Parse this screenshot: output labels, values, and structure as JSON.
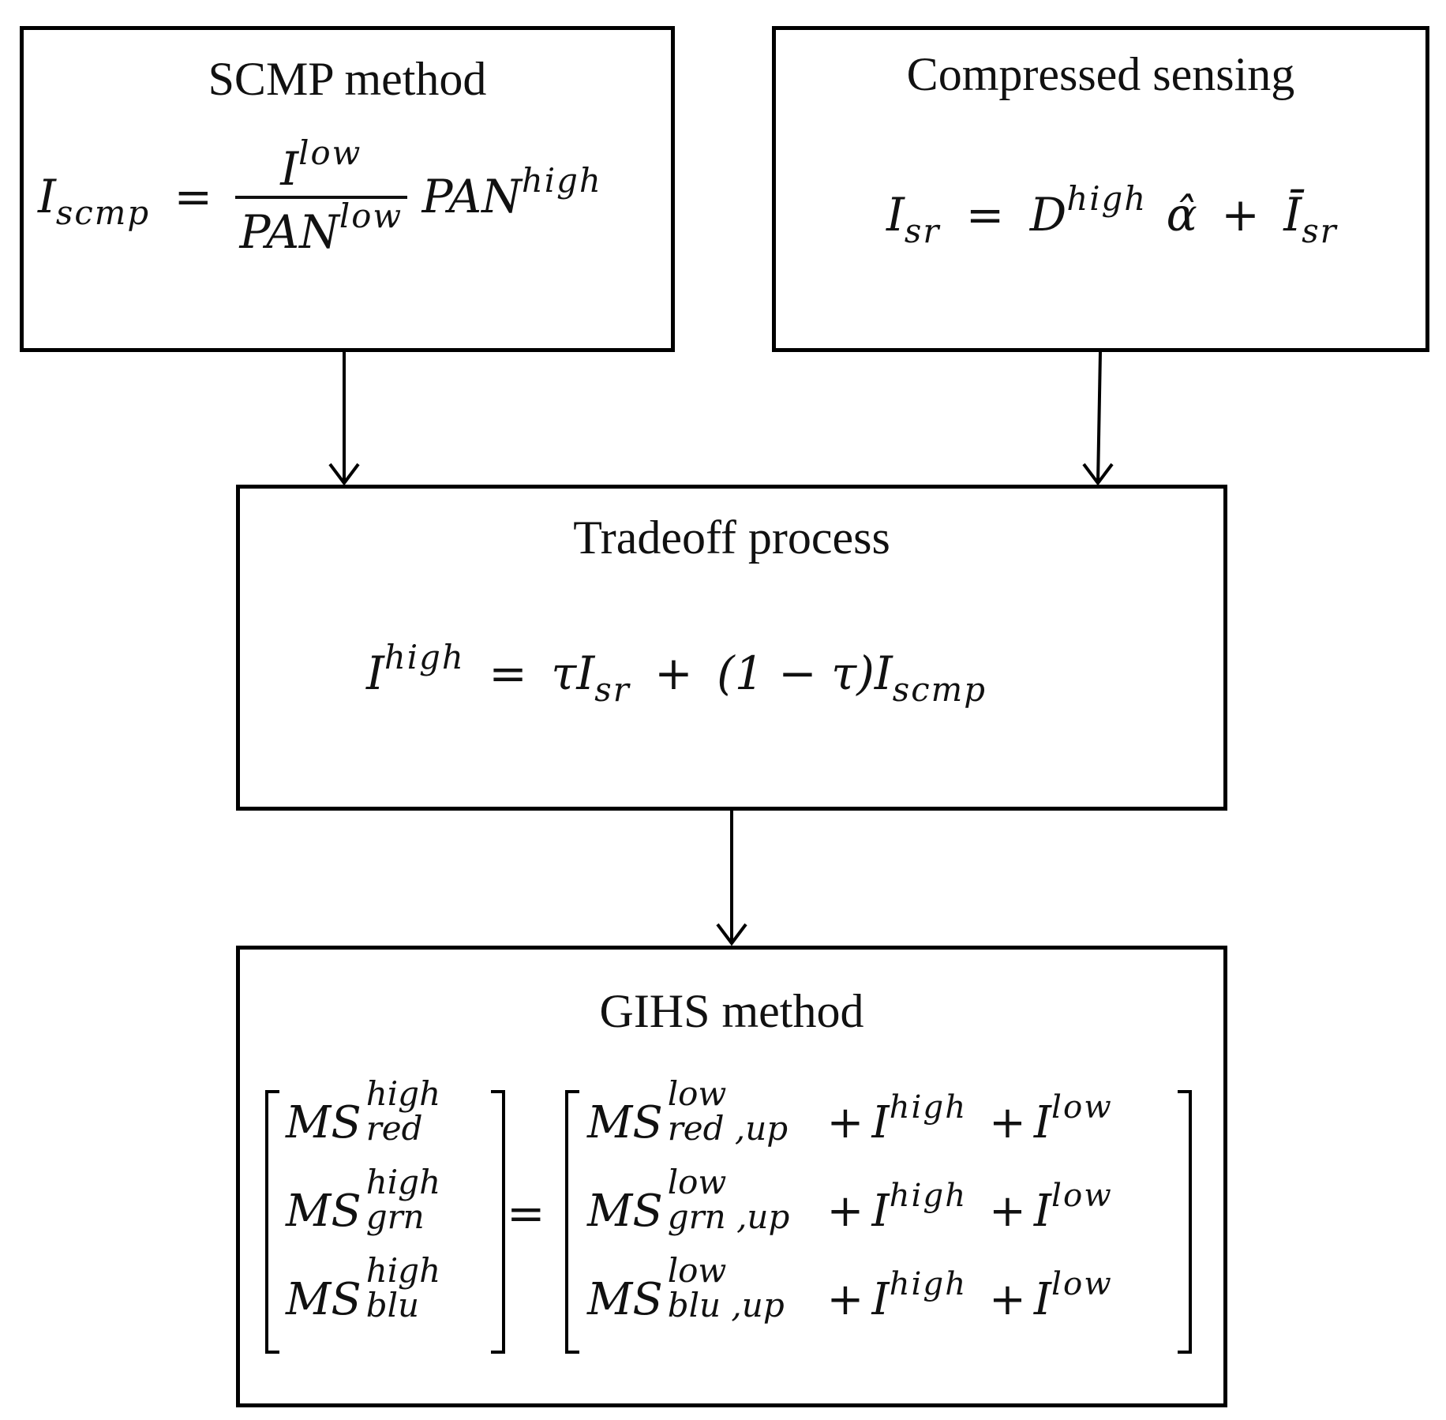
{
  "boxes": {
    "scmp": {
      "title": "SCMP method",
      "eq": {
        "lhs": "I",
        "lhs_sub": "scmp",
        "eq": "=",
        "num": "I",
        "num_sup": "low",
        "den": "PAN",
        "den_sup": "low",
        "rhs": "PAN",
        "rhs_sup": "high"
      }
    },
    "cs": {
      "title": "Compressed sensing",
      "eq": {
        "lhs": "I",
        "lhs_sub": "sr",
        "eq": "=",
        "d": "D",
        "d_sup": "high",
        "alpha": "α̂",
        "plus": "+",
        "ibar": "Ī",
        "ibar_sub": "sr"
      }
    },
    "tradeoff": {
      "title": "Tradeoff process",
      "eq": {
        "lhs": "I",
        "lhs_sup": "high",
        "eq": "=",
        "tau": "τ",
        "isr": "I",
        "isr_sub": "sr",
        "plus": "+",
        "paren": "(1 − τ)",
        "iscmp": "I",
        "iscmp_sub": "scmp"
      }
    },
    "gihs": {
      "title": "GIHS method",
      "eq": {
        "ms": "MS",
        "sup_high": "high",
        "sup_low": "low",
        "left": [
          "red",
          "grn",
          "blu"
        ],
        "right": [
          "red ,up",
          "grn ,up",
          "blu ,up"
        ],
        "eq": "=",
        "plus": "+",
        "i": "I"
      }
    }
  }
}
